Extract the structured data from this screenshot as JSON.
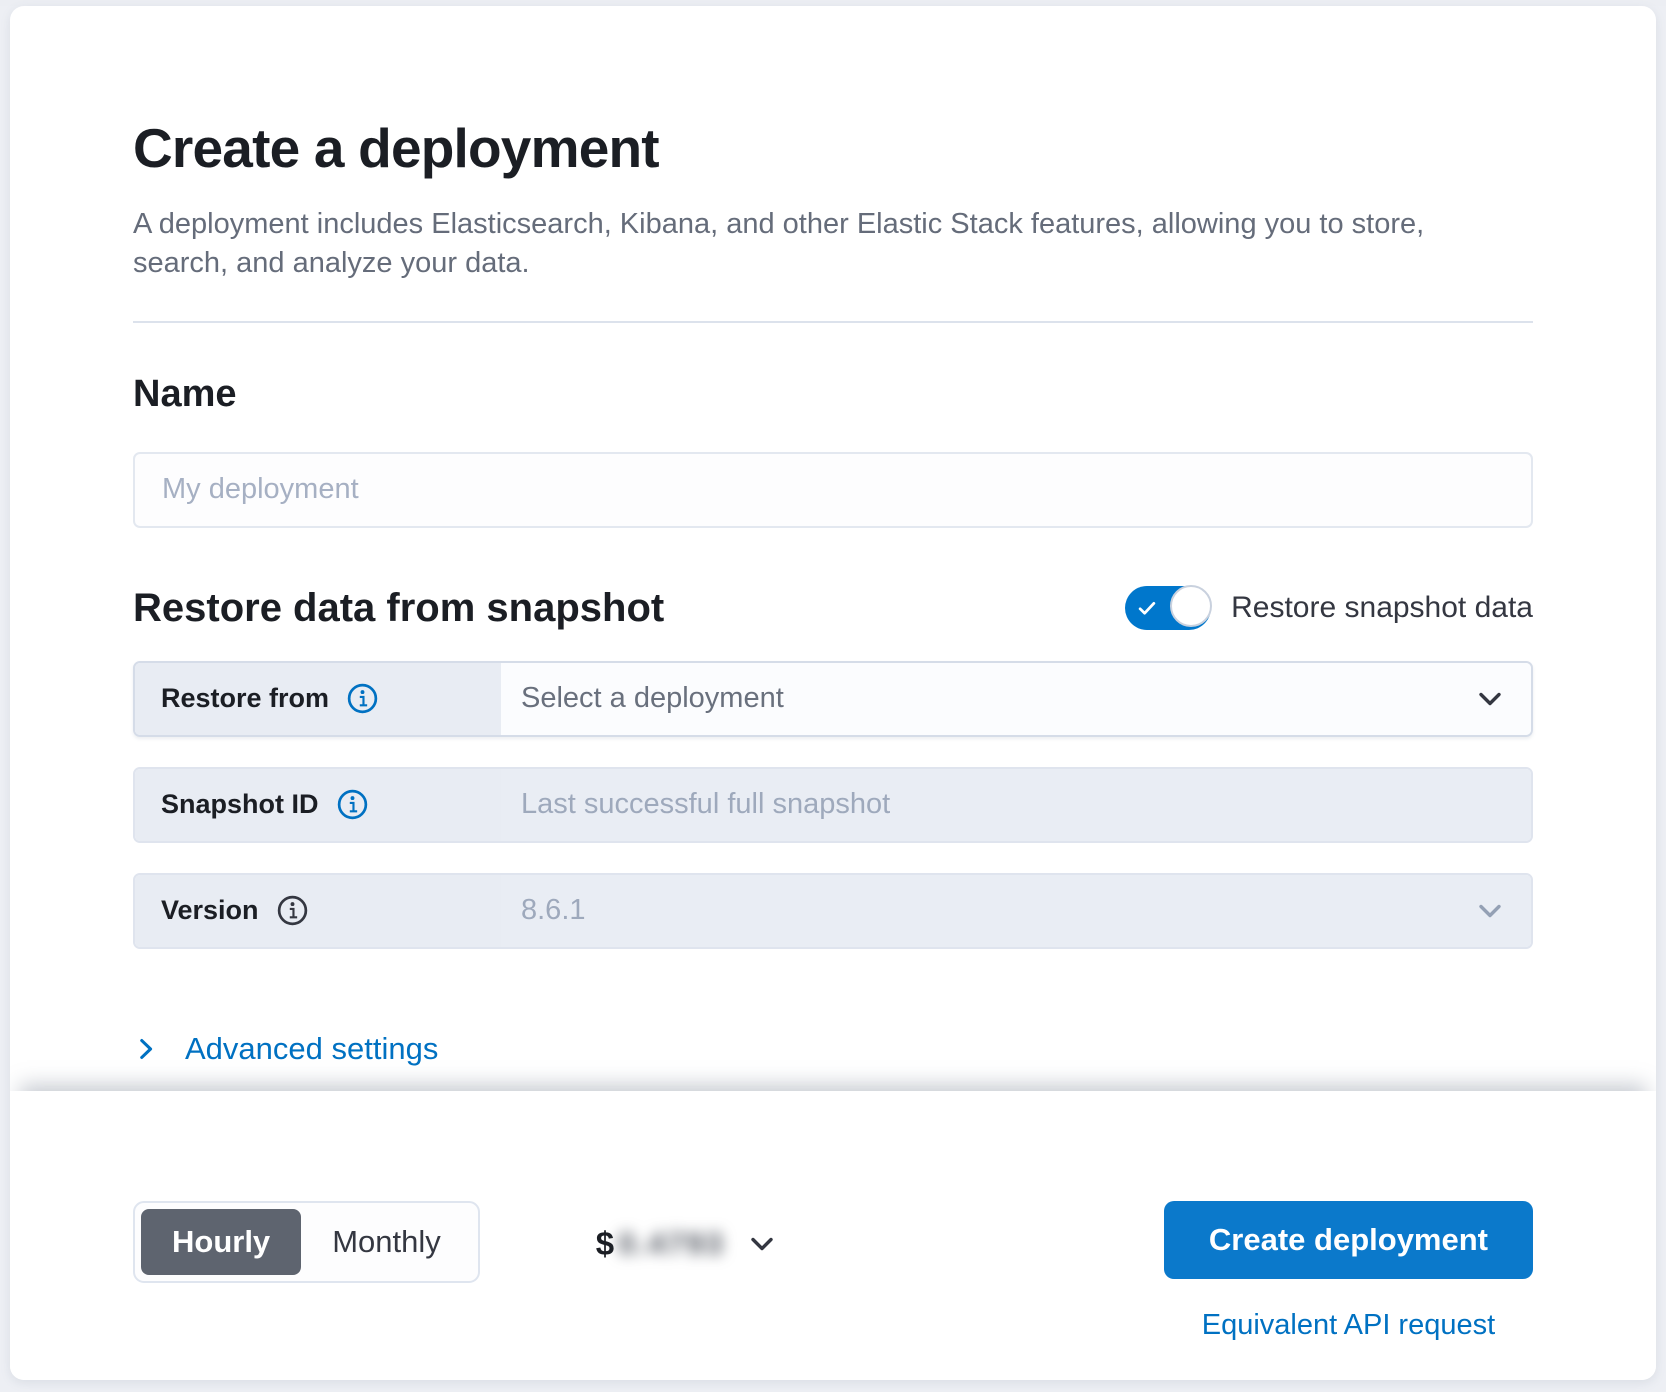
{
  "header": {
    "title": "Create a deployment",
    "subtitle": "A deployment includes Elasticsearch, Kibana, and other Elastic Stack features, allowing you to store, search, and analyze your data."
  },
  "name_section": {
    "heading": "Name",
    "placeholder": "My deployment"
  },
  "restore_section": {
    "heading": "Restore data from snapshot",
    "toggle_label": "Restore snapshot data",
    "toggle_state": "on",
    "restore_from": {
      "label": "Restore from",
      "placeholder": "Select a deployment"
    },
    "snapshot_id": {
      "label": "Snapshot ID",
      "placeholder": "Last successful full snapshot"
    },
    "version": {
      "label": "Version",
      "value": "8.6.1"
    }
  },
  "advanced_settings": {
    "label": "Advanced settings"
  },
  "footer": {
    "billing": {
      "hourly": "Hourly",
      "monthly": "Monthly",
      "selected": "Hourly"
    },
    "price": {
      "currency": "$",
      "amount": "0.4793",
      "redacted": true
    },
    "create_button": "Create deployment",
    "api_link": "Equivalent API request"
  },
  "icons": {
    "info": "info-in-circle",
    "chevron_down": "chevron-down",
    "chevron_right": "chevron-right",
    "check": "check-mark"
  },
  "colors": {
    "accent_blue": "#0077cc",
    "link_blue": "#0071c2",
    "selected_billing_bg": "#5e646f",
    "disabled_bg": "#e9edf4",
    "label_bg": "#e8ecf3",
    "border": "#d5dce8"
  }
}
